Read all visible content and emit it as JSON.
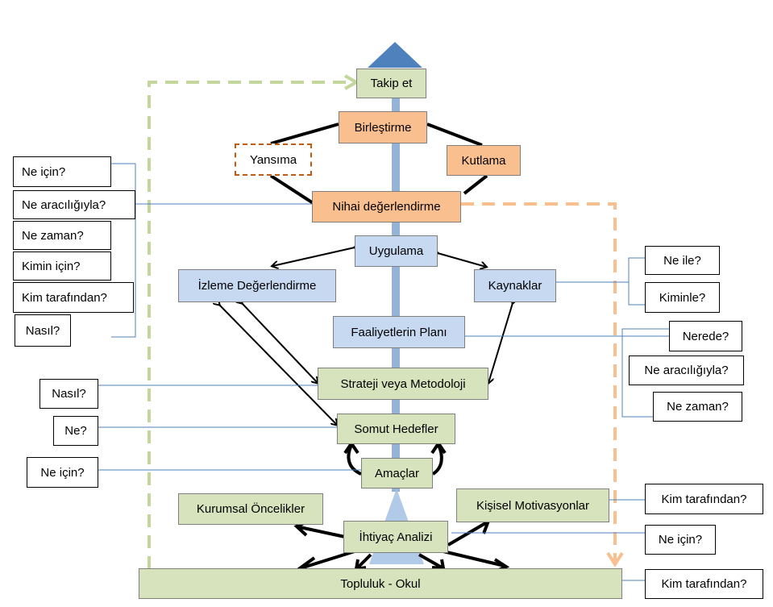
{
  "colors": {
    "green": "#d6e3bc",
    "orange": "#fabf8f",
    "blue": "#c6d9f1",
    "spine": "#95b3d7",
    "green_dash": "#c3d69b",
    "orange_dash": "#f9c08f"
  },
  "nodes": {
    "takip_et": "Takip et",
    "birlestirme": "Birleştirme",
    "yansima": "Yansıma",
    "kutlama": "Kutlama",
    "nihai": "Nihai değerlendirme",
    "uygulama": "Uygulama",
    "izleme": "İzleme Değerlendirme",
    "kaynaklar": "Kaynaklar",
    "faaliyetler": "Faaliyetlerin Planı",
    "strateji": "Strateji veya Metodoloji",
    "somut": "Somut Hedefler",
    "amaclar": "Amaçlar",
    "kurumsal": "Kurumsal Öncelikler",
    "kisisel": "Kişisel Motivasyonlar",
    "ihtiyac": "İhtiyaç Analizi",
    "topluluk": "Topluluk - Okul"
  },
  "questions": {
    "left": [
      "Ne için?",
      "Ne aracılığıyla?",
      "Ne zaman?",
      "Kimin için?",
      "Kim tarafından?",
      "Nasıl?"
    ],
    "left_nasil": "Nasıl?",
    "left_ne": "Ne?",
    "left_ne_icin": "Ne için?",
    "kaynak": [
      "Ne ile?",
      "Kiminle?"
    ],
    "faaliyet": [
      "Nerede?",
      "Ne aracılığıyla?",
      "Ne zaman?"
    ],
    "kisisel": "Kim tarafından?",
    "ihtiyac": "Ne için?",
    "topluluk": "Kim tarafından?"
  }
}
